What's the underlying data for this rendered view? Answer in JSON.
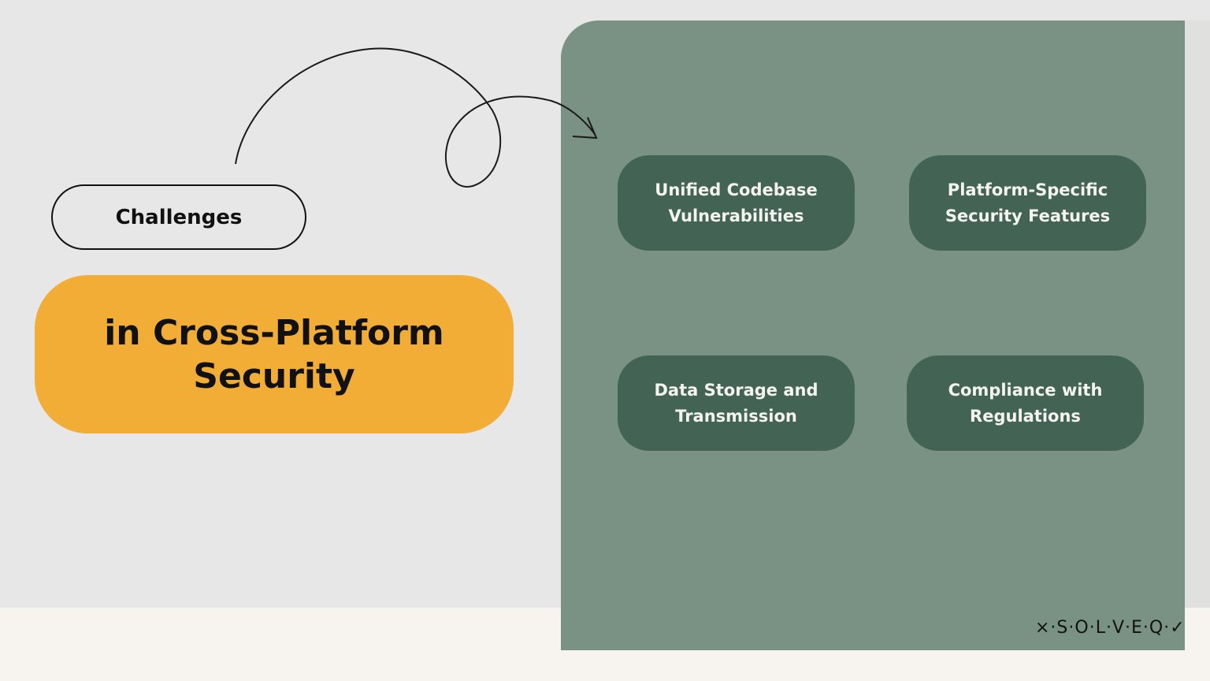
{
  "left": {
    "label_pill": "Challenges",
    "title_pill": "in Cross-Platform Security"
  },
  "cards": [
    {
      "label": "Unified Codebase Vulnerabilities"
    },
    {
      "label": "Platform-Specific Security Features"
    },
    {
      "label": "Data Storage and Transmission"
    },
    {
      "label": "Compliance with Regulations"
    }
  ],
  "brand": {
    "logo_text": "×·S·O·L·V·E·Q·✓"
  },
  "colors": {
    "background": "#e7e7e7",
    "panel": "#7a9283",
    "card": "#436454",
    "accent": "#f1ad36"
  }
}
